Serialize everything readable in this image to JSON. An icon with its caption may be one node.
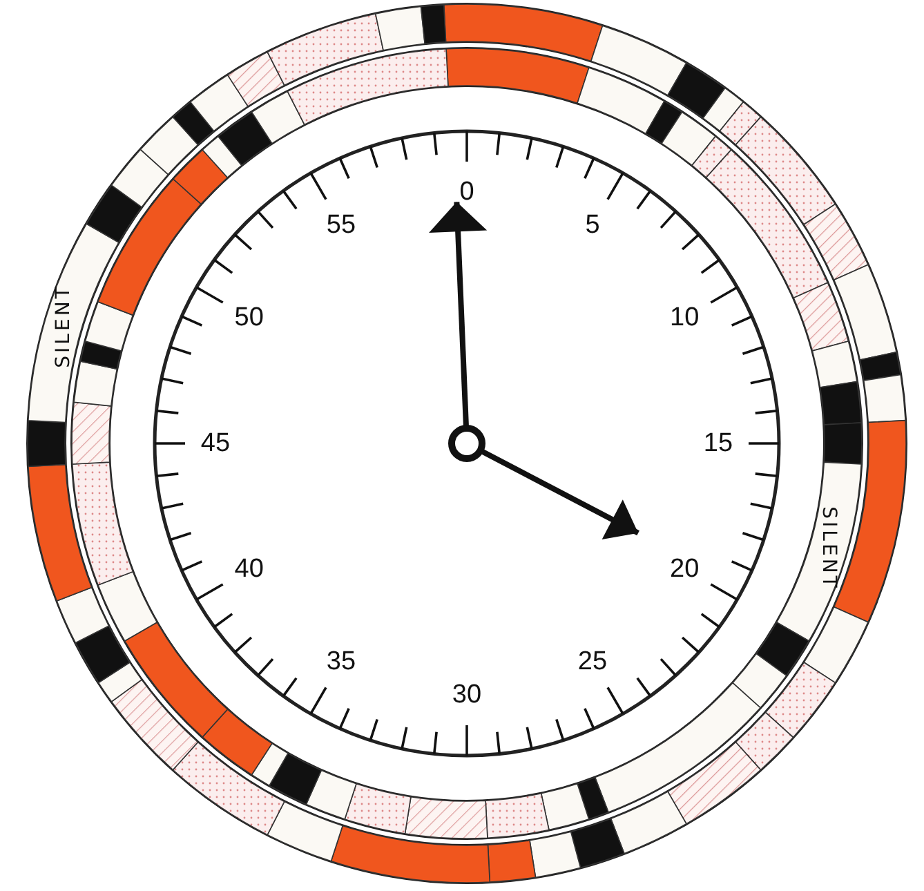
{
  "diagram": {
    "labels": [
      "0",
      "5",
      "10",
      "15",
      "20",
      "25",
      "30",
      "35",
      "40",
      "45",
      "50",
      "55",
      "SILENT",
      "SILENT"
    ]
  }
}
